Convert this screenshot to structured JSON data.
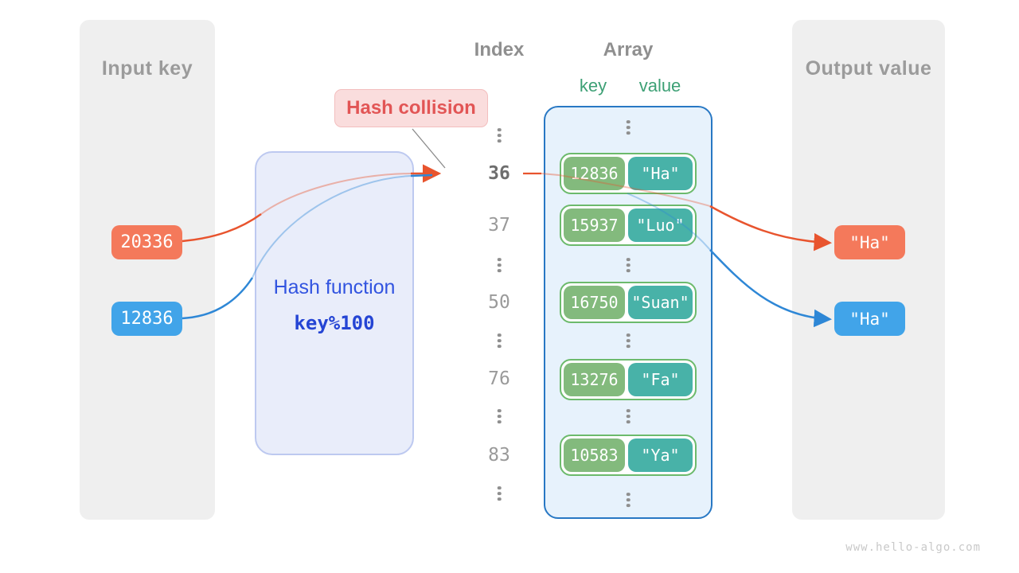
{
  "input_panel": {
    "title": "Input key",
    "keys": [
      {
        "label": "20336",
        "color": "#f4795b"
      },
      {
        "label": "12836",
        "color": "#41a4e9"
      }
    ]
  },
  "hash_function": {
    "name": "Hash function",
    "formula": "key%100"
  },
  "collision": {
    "label": "Hash collision"
  },
  "index_column": {
    "title": "Index",
    "values": [
      "36",
      "37",
      "50",
      "76",
      "83"
    ],
    "highlighted": "36"
  },
  "array_panel": {
    "title": "Array",
    "key_header": "key",
    "value_header": "value",
    "entries": [
      {
        "key": "12836",
        "value": "\"Ha\""
      },
      {
        "key": "15937",
        "value": "\"Luo\""
      },
      {
        "key": "16750",
        "value": "\"Suan\""
      },
      {
        "key": "13276",
        "value": "\"Fa\""
      },
      {
        "key": "10583",
        "value": "\"Ya\""
      }
    ]
  },
  "output_panel": {
    "title": "Output value",
    "values": [
      {
        "label": "\"Ha\"",
        "color": "#f4795b"
      },
      {
        "label": "\"Ha\"",
        "color": "#41a4e9"
      }
    ]
  },
  "watermark": "www.hello-algo.com",
  "colors": {
    "orange_fill": "#f4795b",
    "orange_stroke": "#e8542e",
    "blue_fill": "#41a4e9",
    "blue_stroke": "#2e87d6",
    "key_green": "#83ba7d",
    "value_teal": "#48b2a8",
    "pair_border": "#6cba6c",
    "array_border": "#2878c4",
    "array_fill": "#e7f2fc",
    "hash_box_fill": "#e9edfa",
    "hash_box_border": "#bdc9f0",
    "hash_text": "#3254e0",
    "collision_fill": "#fadddd",
    "collision_text": "#e25555",
    "panel_gray": "#efefef",
    "header_green": "#3da075",
    "title_gray": "#9b9b9b"
  }
}
